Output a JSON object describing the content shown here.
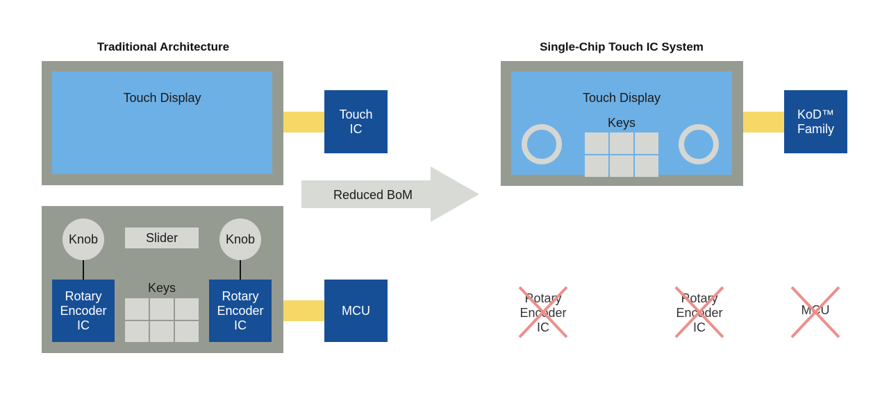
{
  "traditional": {
    "title": "Traditional Architecture",
    "touch_display_label": "Touch Display",
    "touch_ic_lines": [
      "Touch",
      "IC"
    ],
    "knob_left_label": "Knob",
    "knob_right_label": "Knob",
    "slider_label": "Slider",
    "keys_label": "Keys",
    "encoder_left_lines": [
      "Rotary",
      "Encoder",
      "IC"
    ],
    "encoder_right_lines": [
      "Rotary",
      "Encoder",
      "IC"
    ],
    "mcu_label": "MCU"
  },
  "arrow": {
    "label": "Reduced BoM"
  },
  "single_chip": {
    "title": "Single-Chip Touch IC System",
    "touch_display_label": "Touch Display",
    "keys_label": "Keys",
    "kod_lines": [
      "KoD™",
      "Family"
    ]
  },
  "removed_components": [
    {
      "lines": [
        "Rotary",
        "Encoder",
        "IC"
      ]
    },
    {
      "lines": [
        "Rotary",
        "Encoder",
        "IC"
      ]
    },
    {
      "lines": [
        "MCU"
      ]
    }
  ],
  "colors": {
    "frame_gray": "#969b92",
    "display_blue": "#6db0e5",
    "ic_navy": "#174f96",
    "connector_yellow": "#f6d867",
    "control_light_gray": "#d6d7d2",
    "arrow_gray": "#d8dbd5",
    "cross_red": "#ec8f8c"
  }
}
